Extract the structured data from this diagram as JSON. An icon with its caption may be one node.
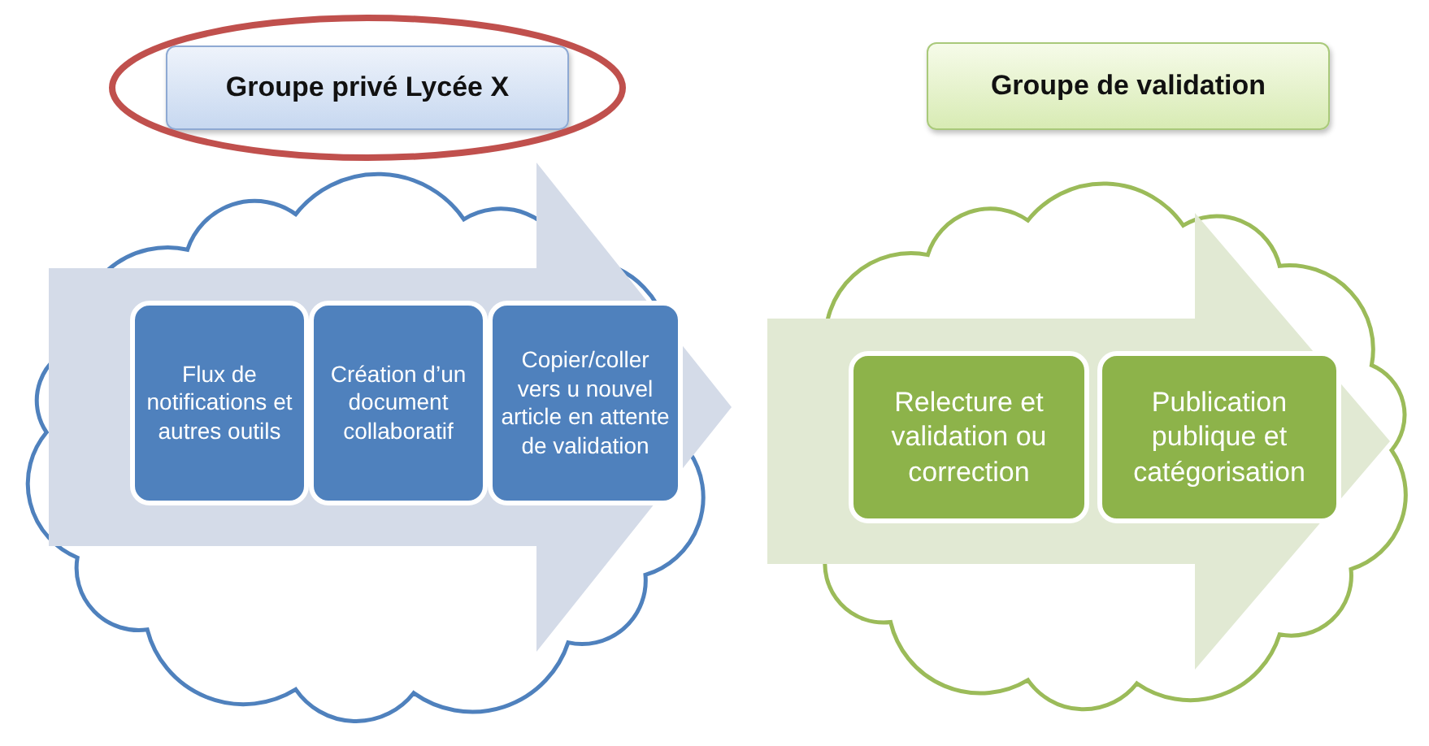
{
  "diagram": {
    "nodes": [
      {
        "text": [
          "Groupe privé Lycée X"
        ]
      },
      {
        "text": [],
        "shape": "cloud"
      },
      {
        "text": [
          "Flux de notifications et autres outils"
        ],
        "in": 1
      },
      {
        "text": [
          "Création d’un document collaboratif"
        ],
        "in": 1
      },
      {
        "text": [
          "Copier/coller vers u nouvel article en attente de validation"
        ],
        "in": 1
      },
      {
        "text": [
          "Groupe de validation"
        ]
      },
      {
        "text": [],
        "shape": "cloud"
      },
      {
        "text": [
          "Relecture et validation ou correction"
        ],
        "in": 6
      },
      {
        "text": [
          "Publication publique et catégorisation"
        ],
        "in": 6
      }
    ],
    "edges": [
      {
        "from": 2,
        "to": 3,
        "arrow": "to"
      },
      {
        "from": 3,
        "to": 4,
        "arrow": "to"
      },
      {
        "from": 7,
        "to": 8,
        "arrow": "to"
      }
    ]
  }
}
